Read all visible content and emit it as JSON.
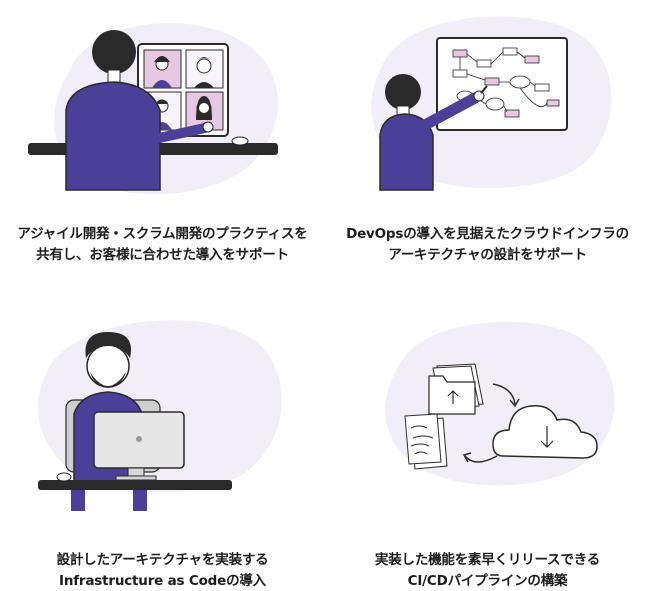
{
  "colors": {
    "blob": "#f1eef8",
    "accent_purple": "#4b3f98",
    "pink": "#e7c8e2",
    "dark": "#2a2a2a"
  },
  "cards": [
    {
      "icon": "video-call-illustration",
      "line1": "アジャイル開発・スクラム開発のプラクティスを",
      "line2": "共有し、お客様に合わせた導入をサポート"
    },
    {
      "icon": "whiteboard-diagram-illustration",
      "line1": "DevOpsの導入を見据えたクラウドインフラの",
      "line2": "アーキテクチャの設計をサポート"
    },
    {
      "icon": "developer-at-desktop-illustration",
      "line1": "設計したアーキテクチャを実装する",
      "line2": "Infrastructure as Codeの導入"
    },
    {
      "icon": "cloud-deploy-illustration",
      "line1": "実装した機能を素早くリリースできる",
      "line2": "CI/CDパイプラインの構築"
    }
  ]
}
